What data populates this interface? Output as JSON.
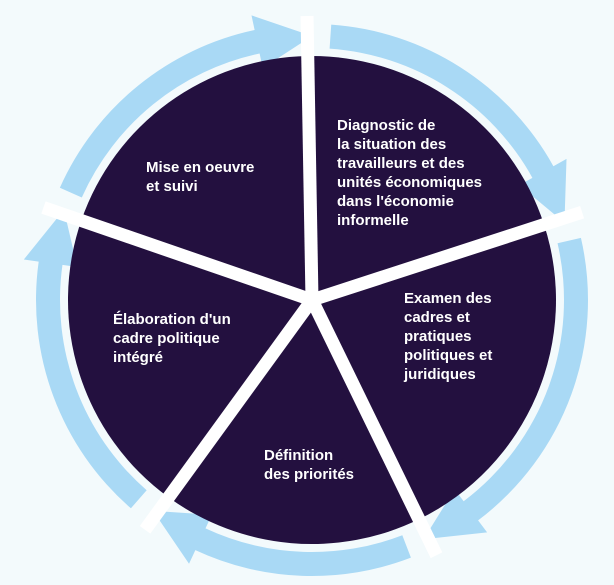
{
  "diagram": {
    "segment_color": "#23103f",
    "arrow_color": "#a9d9f5",
    "gap_color": "#ffffff",
    "background": "#f3fafc",
    "label_color": "#ffffff",
    "segments": [
      {
        "id": "diagnostic",
        "lines": [
          "Diagnostic de",
          "la situation des",
          "travailleurs et des",
          "unités économiques",
          "dans l'économie",
          "informelle"
        ]
      },
      {
        "id": "examen",
        "lines": [
          "Examen des",
          "cadres et",
          "pratiques",
          "politiques et",
          "juridiques"
        ]
      },
      {
        "id": "definition",
        "lines": [
          "Définition",
          "des priorités"
        ]
      },
      {
        "id": "elaboration",
        "lines": [
          "Élaboration d'un",
          "cadre politique",
          "intégré"
        ]
      },
      {
        "id": "mise-en-oeuvre",
        "lines": [
          "Mise en oeuvre",
          "et suivi"
        ]
      }
    ]
  }
}
